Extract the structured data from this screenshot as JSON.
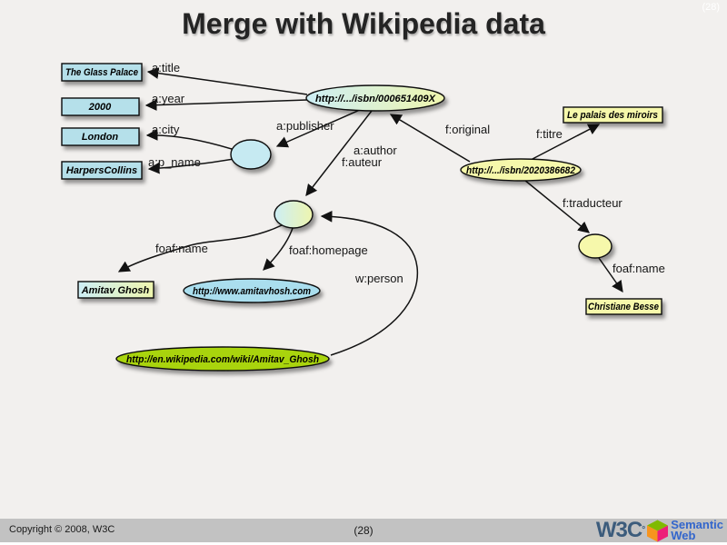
{
  "slide": {
    "title": "Merge with Wikipedia data",
    "corner_page_number": "(28)"
  },
  "footer": {
    "copyright": "Copyright © 2008, W3C",
    "page_number": "(28)",
    "logo": {
      "w3c_text": "W3C",
      "mark": "°",
      "semantic_text": "Semantic",
      "web_text": "Web"
    }
  },
  "graph": {
    "nodes": {
      "glass_palace": {
        "label": "The Glass Palace",
        "type": "literal"
      },
      "year": {
        "label": "2000",
        "type": "literal"
      },
      "london": {
        "label": "London",
        "type": "literal"
      },
      "harpers": {
        "label": "HarpersCollins",
        "type": "literal"
      },
      "amitav": {
        "label": "Amitav Ghosh",
        "type": "literal"
      },
      "palais": {
        "label": "Le palais des miroirs",
        "type": "literal"
      },
      "christiane": {
        "label": "Christiane Besse",
        "type": "literal"
      },
      "isbn1": {
        "label": "http://.../isbn/000651409X",
        "type": "resource"
      },
      "isbn2": {
        "label": "http://.../isbn/2020386682",
        "type": "resource"
      },
      "homepage": {
        "label": "http://www.amitavhosh.com",
        "type": "resource"
      },
      "wikipedia": {
        "label": "http://en.wikipedia.com/wiki/Amitav_Ghosh",
        "type": "resource"
      },
      "publisher_blank": {
        "label": "",
        "type": "blank"
      },
      "author_blank": {
        "label": "",
        "type": "blank"
      },
      "translator_blank": {
        "label": "",
        "type": "blank"
      }
    },
    "edges": [
      {
        "from": "isbn1",
        "to": "glass_palace",
        "label": "a:title"
      },
      {
        "from": "isbn1",
        "to": "year",
        "label": "a:year"
      },
      {
        "from": "publisher_blank",
        "to": "london",
        "label": "a:city"
      },
      {
        "from": "publisher_blank",
        "to": "harpers",
        "label": "a:p_name"
      },
      {
        "from": "isbn1",
        "to": "publisher_blank",
        "label": "a:publisher"
      },
      {
        "from": "isbn1",
        "to": "author_blank",
        "label": "a:author",
        "label2": "f:auteur"
      },
      {
        "from": "isbn2",
        "to": "isbn1",
        "label": "f:original"
      },
      {
        "from": "isbn2",
        "to": "palais",
        "label": "f:titre"
      },
      {
        "from": "isbn2",
        "to": "translator_blank",
        "label": "f:traducteur"
      },
      {
        "from": "author_blank",
        "to": "amitav",
        "label": "foaf:name"
      },
      {
        "from": "author_blank",
        "to": "homepage",
        "label": "foaf:homepage"
      },
      {
        "from": "wikipedia",
        "to": "author_blank",
        "label": "w:person"
      },
      {
        "from": "translator_blank",
        "to": "christiane",
        "label": "foaf:name"
      }
    ]
  },
  "colors": {
    "background": "#f2f0ee",
    "footer_bar": "#c2c2c2",
    "title_text": "#242424",
    "literal_blue": "#b5e0ea",
    "literal_yellow": "#f6f8ab",
    "blank_blue": "#c6eaf2",
    "resource_yellow": "#f6f8ab",
    "resource_blue": "#aadeee",
    "resource_green": "#a9d411",
    "gradient_blue": "#cdeef5",
    "gradient_yellow": "#eef5ae",
    "w3c_blue": "#3c5c7c",
    "semweb_blue": "#3366cc",
    "cube_green": "#7fba00",
    "cube_orange": "#f7941e",
    "cube_magenta": "#ed1e79"
  }
}
